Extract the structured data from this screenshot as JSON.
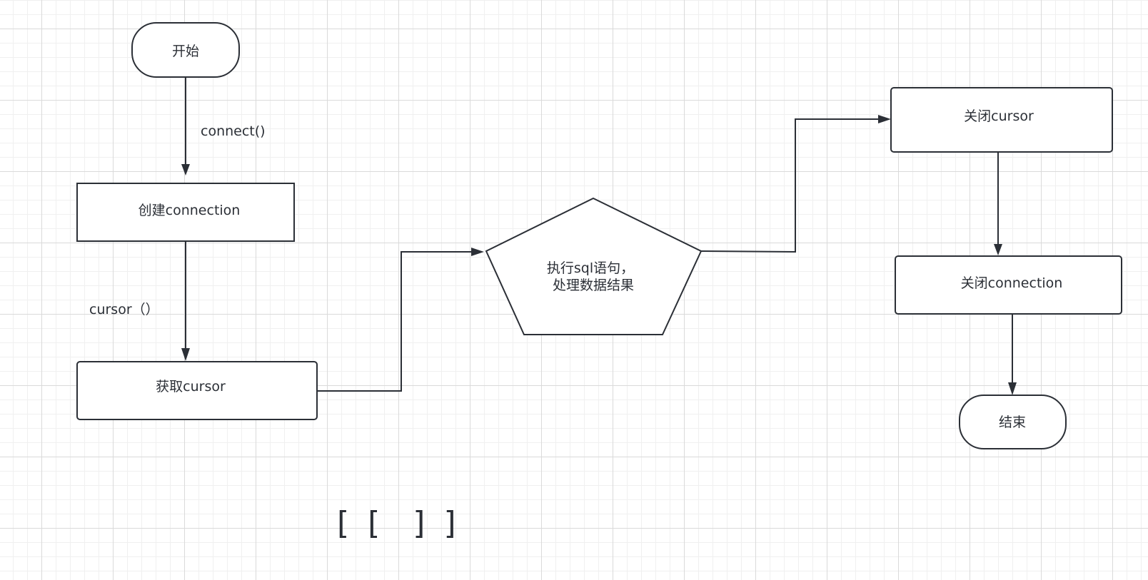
{
  "diagram": {
    "nodes": {
      "start": {
        "label": "开始"
      },
      "create_connection": {
        "label": "创建connection"
      },
      "get_cursor": {
        "label": "获取cursor"
      },
      "execute_sql": {
        "label_line1": "执行sql语句，",
        "label_line2": "处理数据结果"
      },
      "close_cursor": {
        "label": "关闭cursor"
      },
      "close_connection": {
        "label": "关闭connection"
      },
      "end": {
        "label": "结束"
      }
    },
    "edges": {
      "start_to_create": {
        "label": "connect()"
      },
      "create_to_cursor": {
        "label": "cursor（）"
      }
    },
    "stray_text": "[ [  ] ]"
  }
}
